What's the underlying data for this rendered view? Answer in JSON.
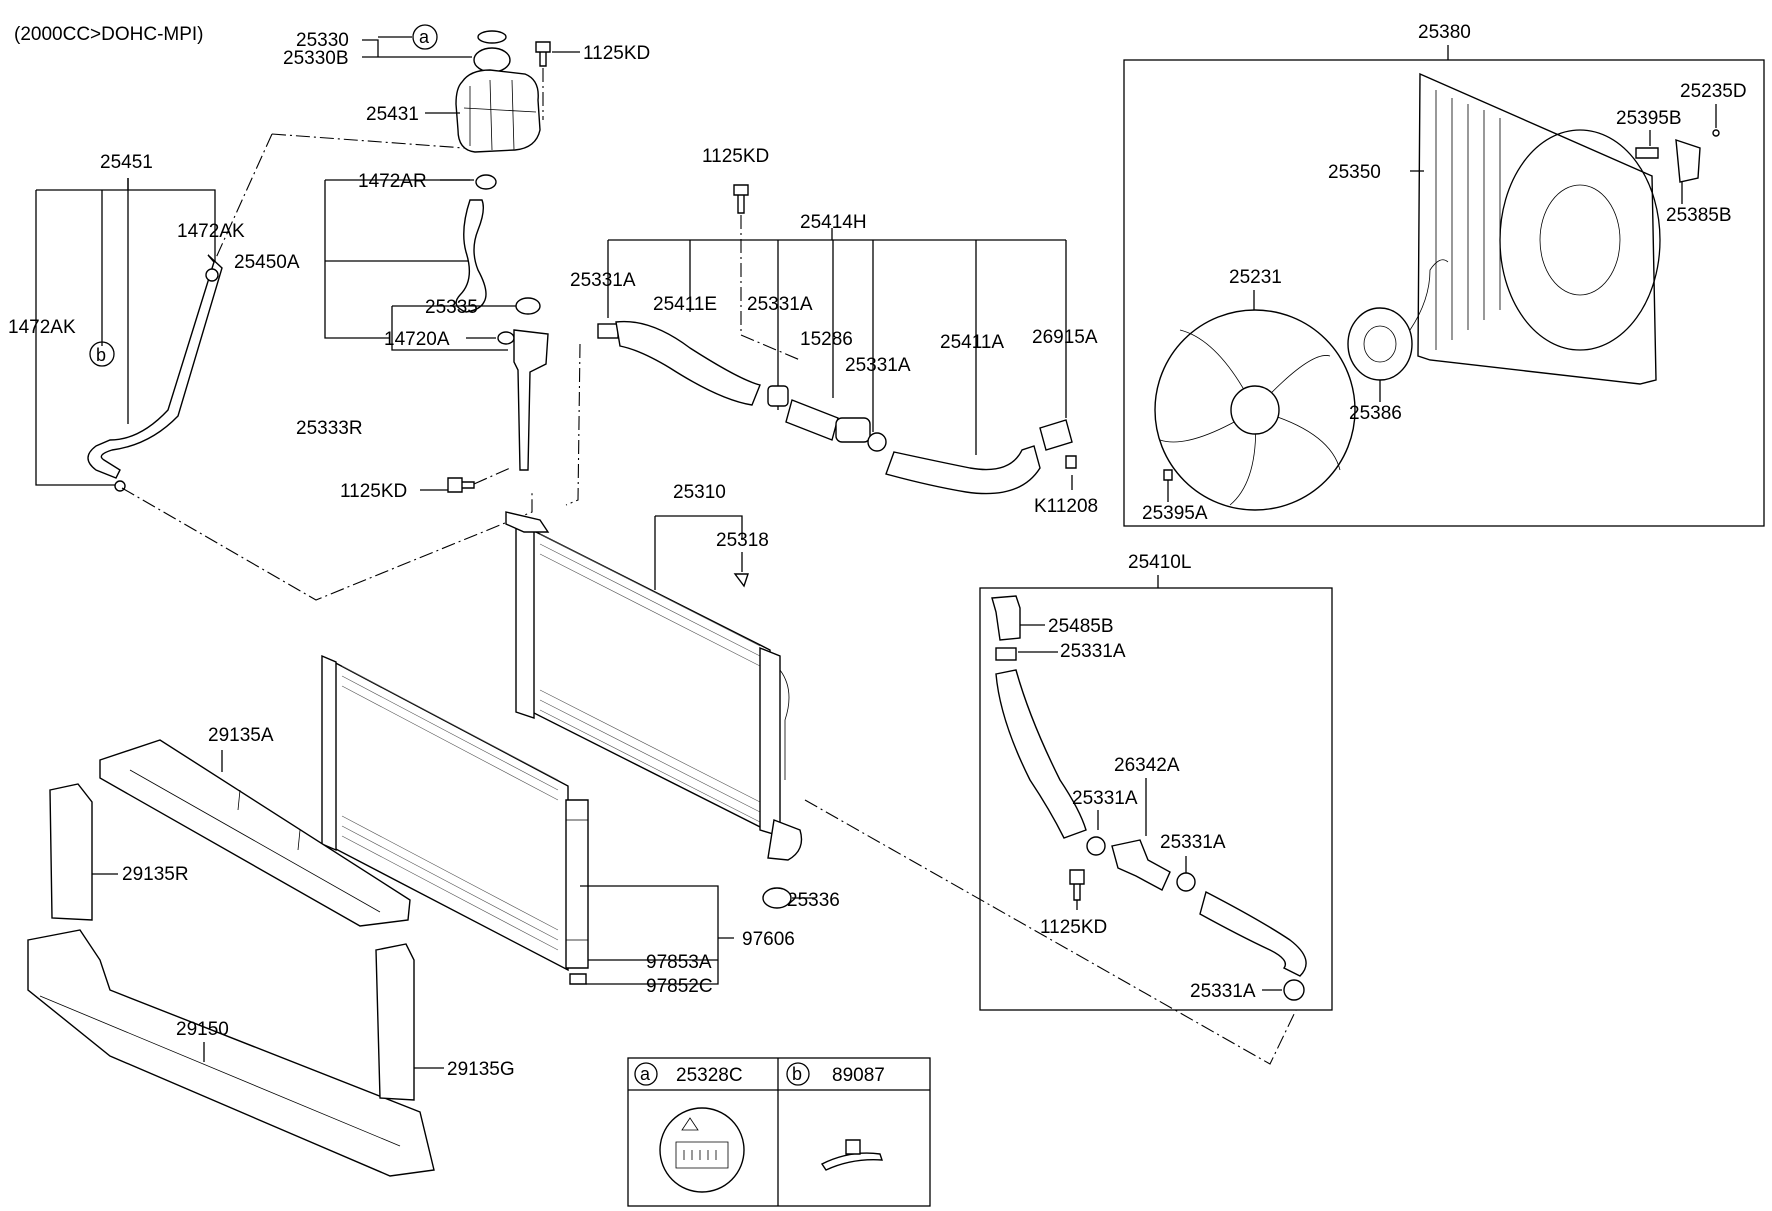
{
  "diagram": {
    "header_note": "(2000CC>DOHC-MPI)",
    "legend": {
      "a": {
        "marker": "a",
        "part_no": "25328C"
      },
      "b": {
        "marker": "b",
        "part_no": "89087"
      }
    },
    "callouts": {
      "p25330": "25330",
      "p25330B": "25330B",
      "marker_a": "a",
      "p1125KD_top": "1125KD",
      "p25431": "25431",
      "p1472AR": "1472AR",
      "p25450A": "25450A",
      "p14720A": "14720A",
      "p25451": "25451",
      "p1472AK_r": "1472AK",
      "p1472AK_l": "1472AK",
      "marker_b": "b",
      "p25335": "25335",
      "p25333R": "25333R",
      "p1125KD_mid": "1125KD",
      "p1125KD_hose": "1125KD",
      "p25414H": "25414H",
      "p25331A_1": "25331A",
      "p25411E": "25411E",
      "p25331A_2": "25331A",
      "p15286": "15286",
      "p25331A_3": "25331A",
      "p25411A": "25411A",
      "p26915A": "26915A",
      "pK11208": "K11208",
      "p25310": "25310",
      "p25318": "25318",
      "p29135A": "29135A",
      "p29135R": "29135R",
      "p29150": "29150",
      "p29135G": "29135G",
      "p25336": "25336",
      "p97606": "97606",
      "p97853A": "97853A",
      "p97852C": "97852C",
      "p25380": "25380",
      "p25235D": "25235D",
      "p25395B": "25395B",
      "p25350": "25350",
      "p25385B": "25385B",
      "p25231": "25231",
      "p25386": "25386",
      "p25395A": "25395A",
      "p25410L": "25410L",
      "p25485B": "25485B",
      "p25331A_4": "25331A",
      "p26342A": "26342A",
      "p25331A_5": "25331A",
      "p25331A_6": "25331A",
      "p1125KD_low": "1125KD",
      "p25331A_7": "25331A"
    }
  }
}
